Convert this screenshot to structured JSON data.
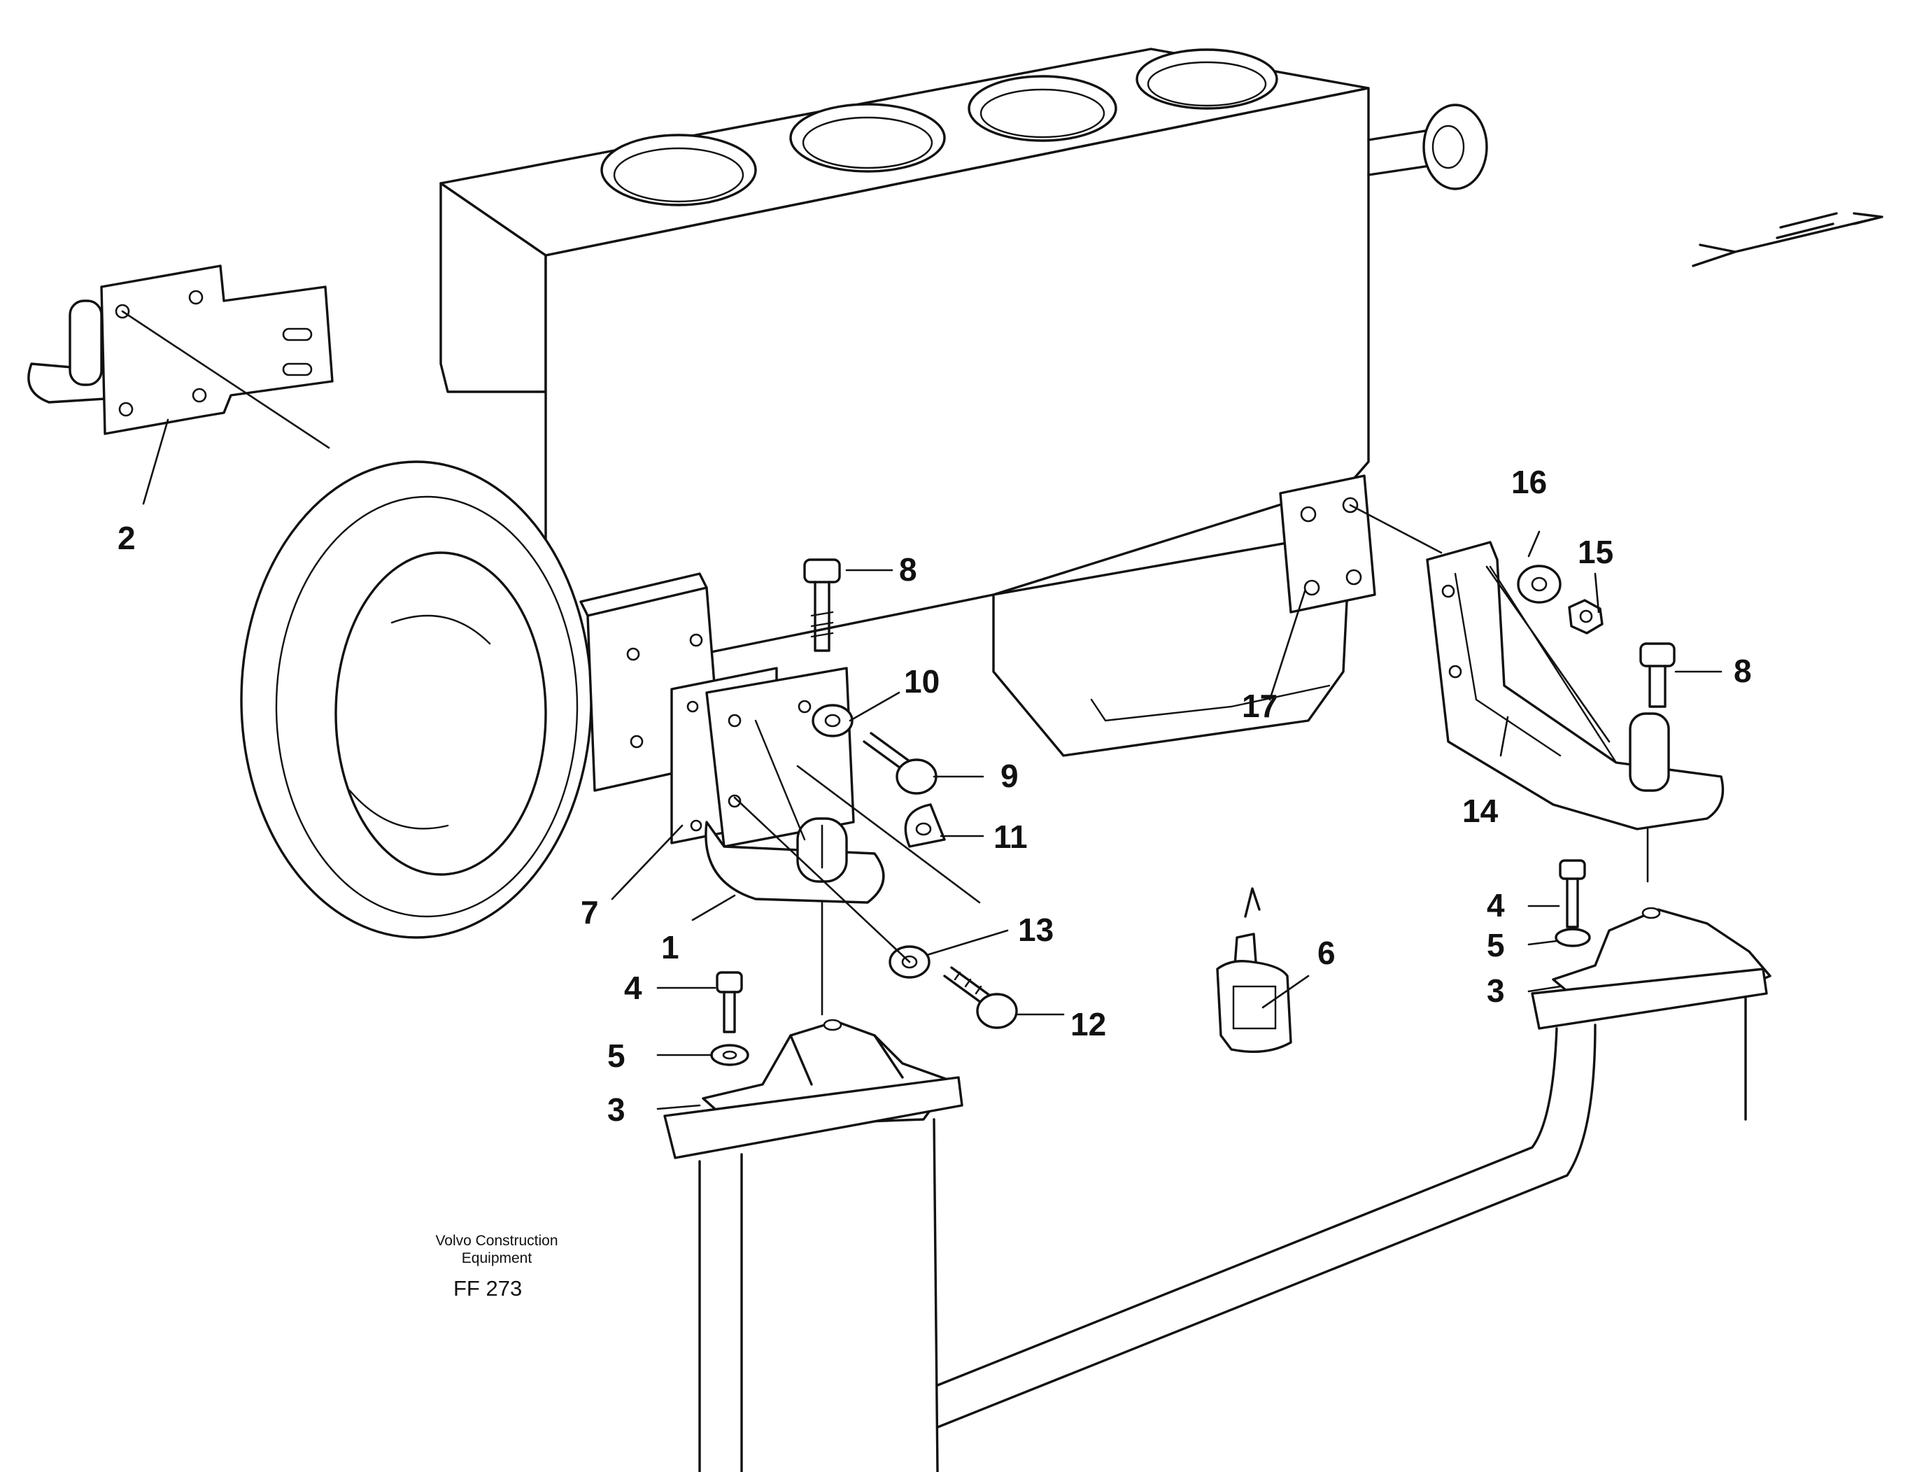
{
  "callouts": {
    "c1": "1",
    "c2": "2",
    "c3a": "3",
    "c3b": "3",
    "c4a": "4",
    "c4b": "4",
    "c5a": "5",
    "c5b": "5",
    "c6": "6",
    "c7": "7",
    "c8a": "8",
    "c8b": "8",
    "c9": "9",
    "c10": "10",
    "c11": "11",
    "c12": "12",
    "c13": "13",
    "c14": "14",
    "c15": "15",
    "c16": "16",
    "c17": "17"
  },
  "caption": {
    "company_line1": "Volvo Construction",
    "company_line2": "Equipment",
    "code": "FF 273"
  }
}
